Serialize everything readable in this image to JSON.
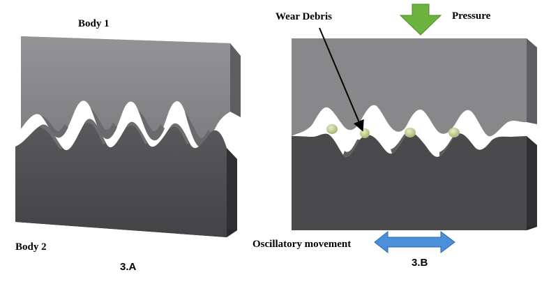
{
  "labels": {
    "body1": "Body 1",
    "body2": "Body 2",
    "caption_a": "3.A",
    "wear_debris": "Wear Debris",
    "pressure": "Pressure",
    "oscillatory": "Oscillatory movement",
    "caption_b": "3.B"
  },
  "colors": {
    "upper_front": "#8a8a8c",
    "upper_side": "#5e5e60",
    "upper_top": "#a6a6a8",
    "lower_front": "#4d4d50",
    "lower_side": "#333336",
    "lower_top": "#636366",
    "debris": "#c8d6a0",
    "pressure_arrow": "#6cb33e",
    "movement_arrow": "#4a90d9"
  },
  "icons": {
    "pressure_arrow": "arrow-down-icon",
    "movement_arrow": "double-arrow-icon",
    "pointer": "pointer-arrow-icon"
  }
}
